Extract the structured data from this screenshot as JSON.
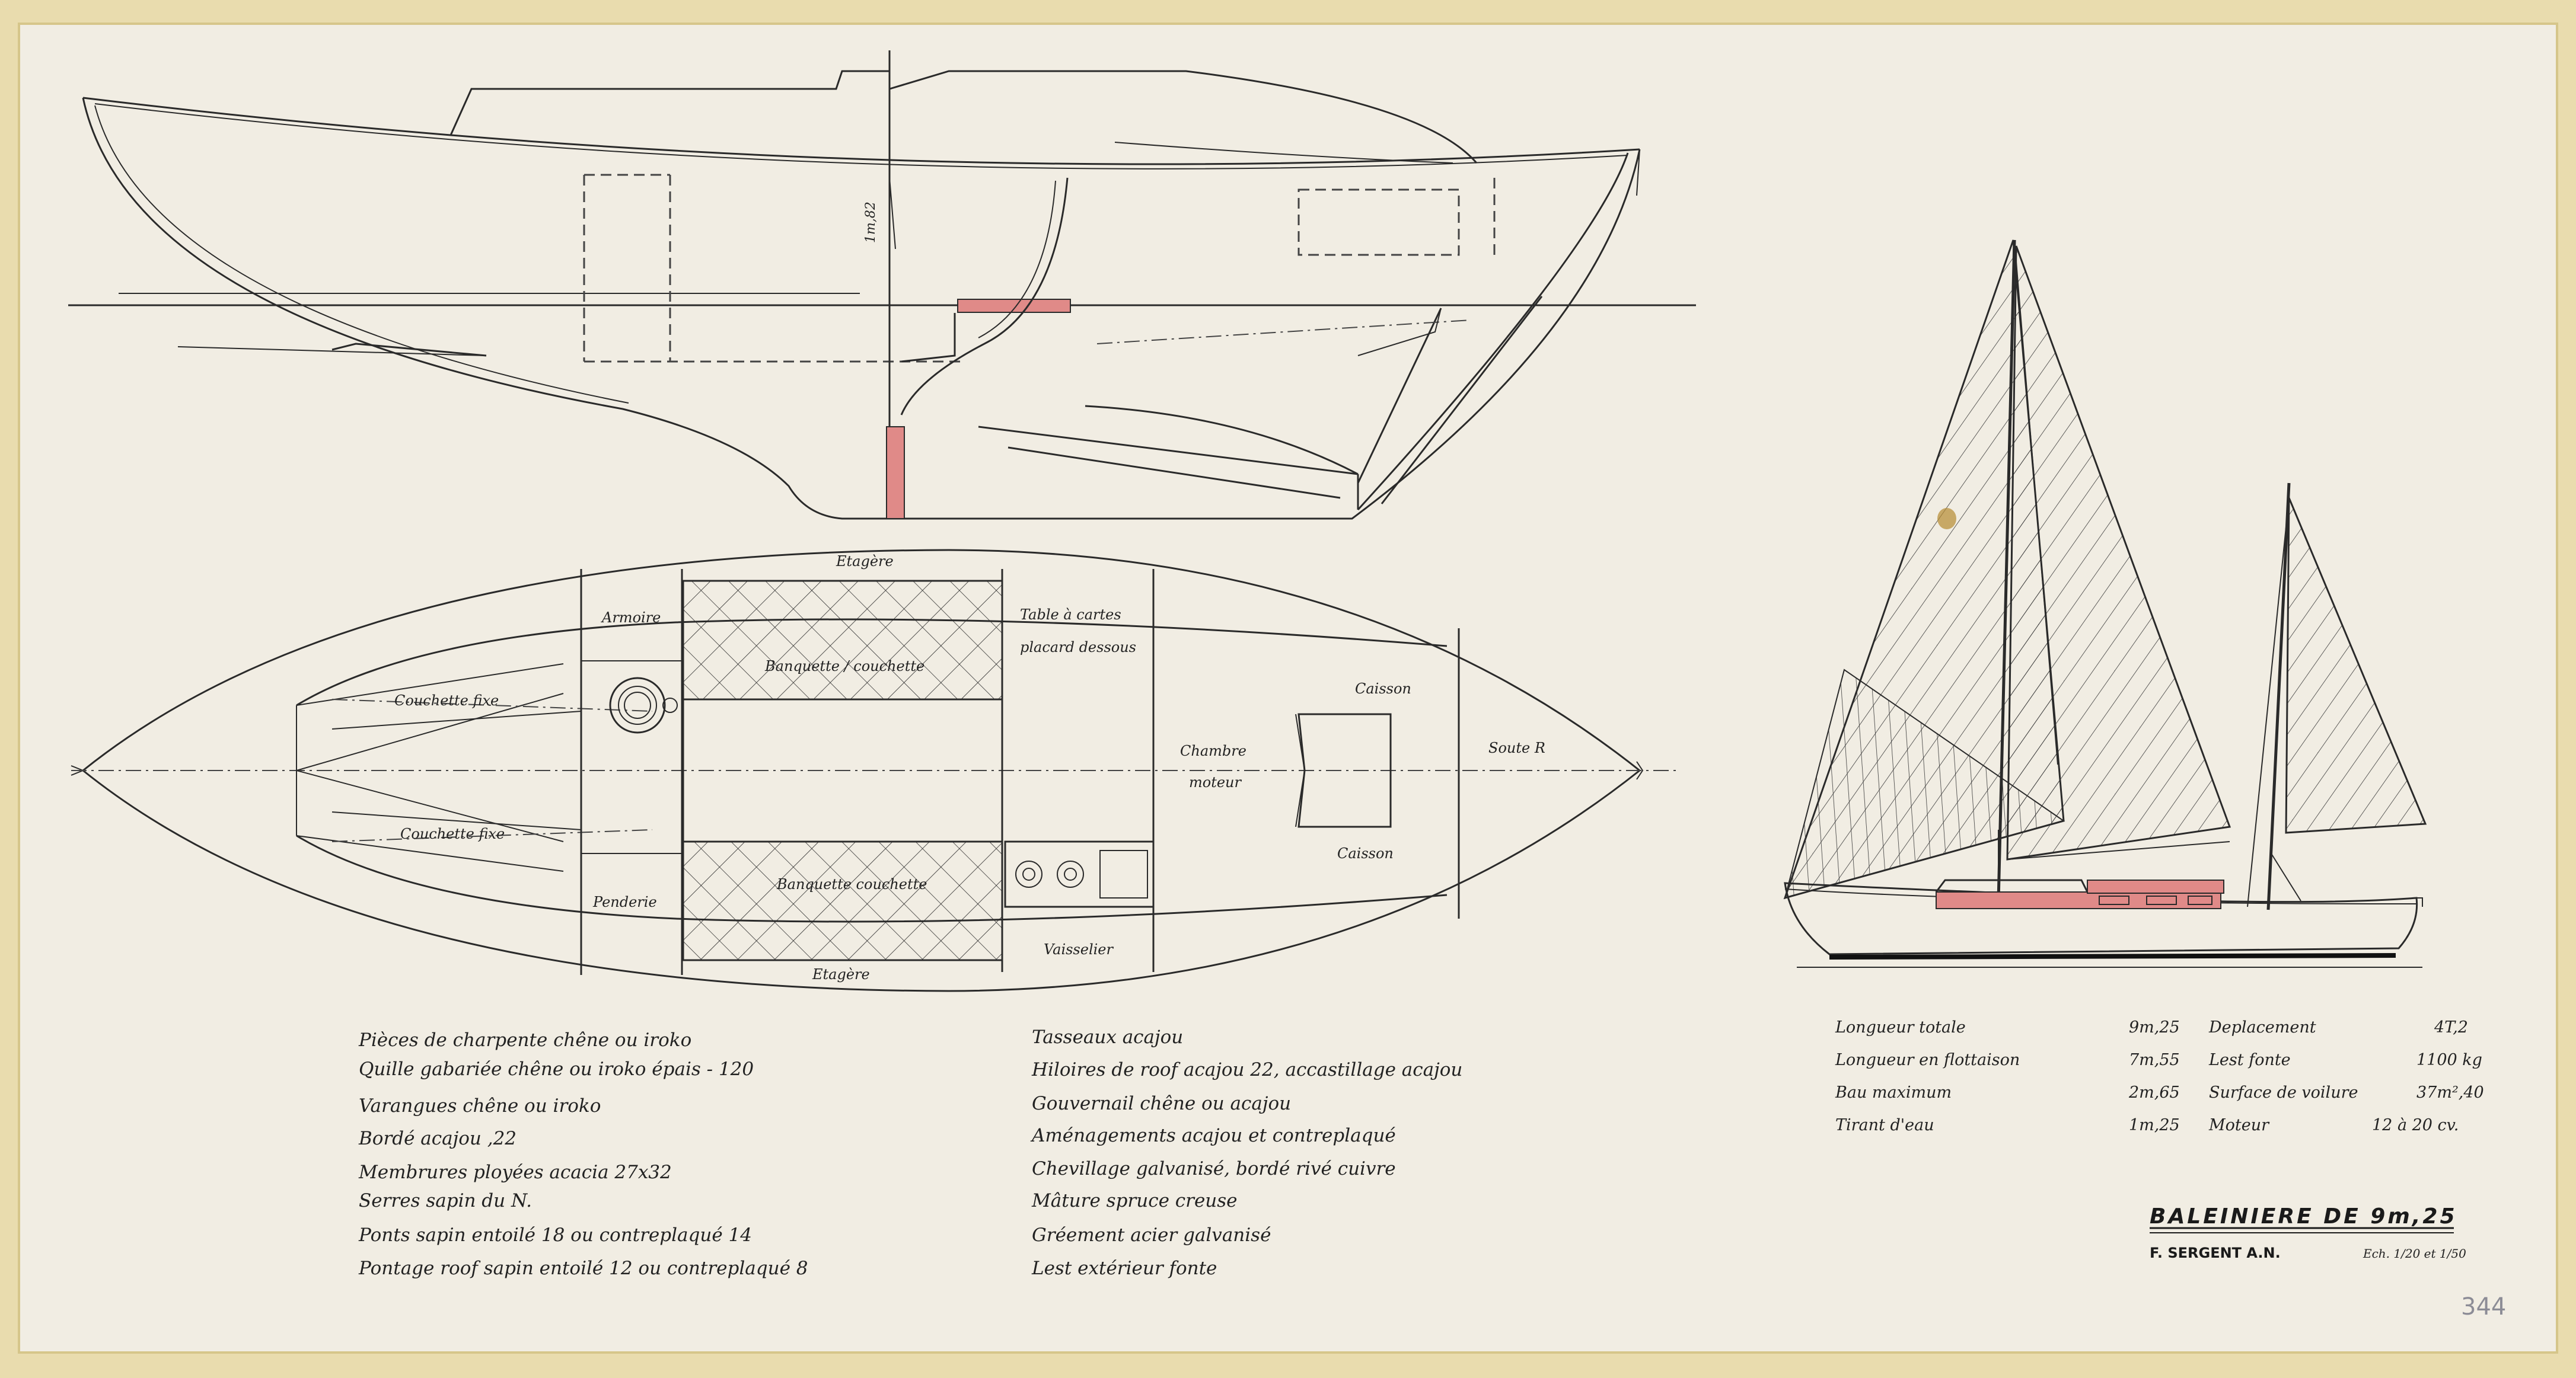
{
  "colors": {
    "frame": "#e9dcae",
    "paper": "#f1ede3",
    "ink": "#2a2a2a",
    "red_fill": "#e08a88"
  },
  "deck_plan_labels": {
    "etagere_top": "Etagère",
    "armoire": "Armoire",
    "table_cartes": "Table à cartes",
    "placard_dessous": "placard dessous",
    "banquette_top": "Banquette / couchette",
    "couchette_fixe_top": "Couchette fixe",
    "couchette_fixe_bottom": "Couchette fixe",
    "caisson_top": "Caisson",
    "chambre": "Chambre",
    "moteur": "moteur",
    "soute": "Soute R",
    "caisson_bottom": "Caisson",
    "penderie": "Penderie",
    "banquette_bottom": "Banquette couchette",
    "vaisselier": "Vaisselier",
    "etagere_bottom": "Etagère"
  },
  "notes_left": [
    "Pièces de charpente chêne ou iroko",
    "Quille gabariée chêne ou iroko épais - 120",
    "Varangues chêne ou iroko",
    "Bordé acajou ,22",
    "Membrures ployées acacia 27x32",
    "Serres sapin du N.",
    "Ponts sapin entoilé 18 ou contreplaqué 14",
    "Pontage roof sapin entoilé 12 ou contreplaqué 8"
  ],
  "notes_right": [
    "Tasseaux acajou",
    "Hiloires de roof acajou 22, accastillage acajou",
    "Gouvernail chêne ou acajou",
    "Aménagements acajou et contreplaqué",
    "Chevillage galvanisé, bordé rivé cuivre",
    "Mâture spruce creuse",
    "Gréement acier galvanisé",
    "Lest extérieur fonte"
  ],
  "specs_left": [
    {
      "label": "Longueur totale",
      "value": "9m,25"
    },
    {
      "label": "Longueur en flottaison",
      "value": "7m,55"
    },
    {
      "label": "Bau maximum",
      "value": "2m,65"
    },
    {
      "label": "Tirant d'eau",
      "value": "1m,25"
    }
  ],
  "specs_right": [
    {
      "label": "Deplacement",
      "value": "4T,2"
    },
    {
      "label": "Lest fonte",
      "value": "1100 kg"
    },
    {
      "label": "Surface de voilure",
      "value": "37m²,40"
    },
    {
      "label": "Moteur",
      "value": "12 à 20 cv."
    }
  ],
  "title_block": {
    "title": "BALEINIERE DE 9m,25",
    "designer": "F. SERGENT A.N.",
    "scale": "Ech. 1/20 et 1/50"
  },
  "section_mark": "1m,82",
  "sheet_number": "344"
}
